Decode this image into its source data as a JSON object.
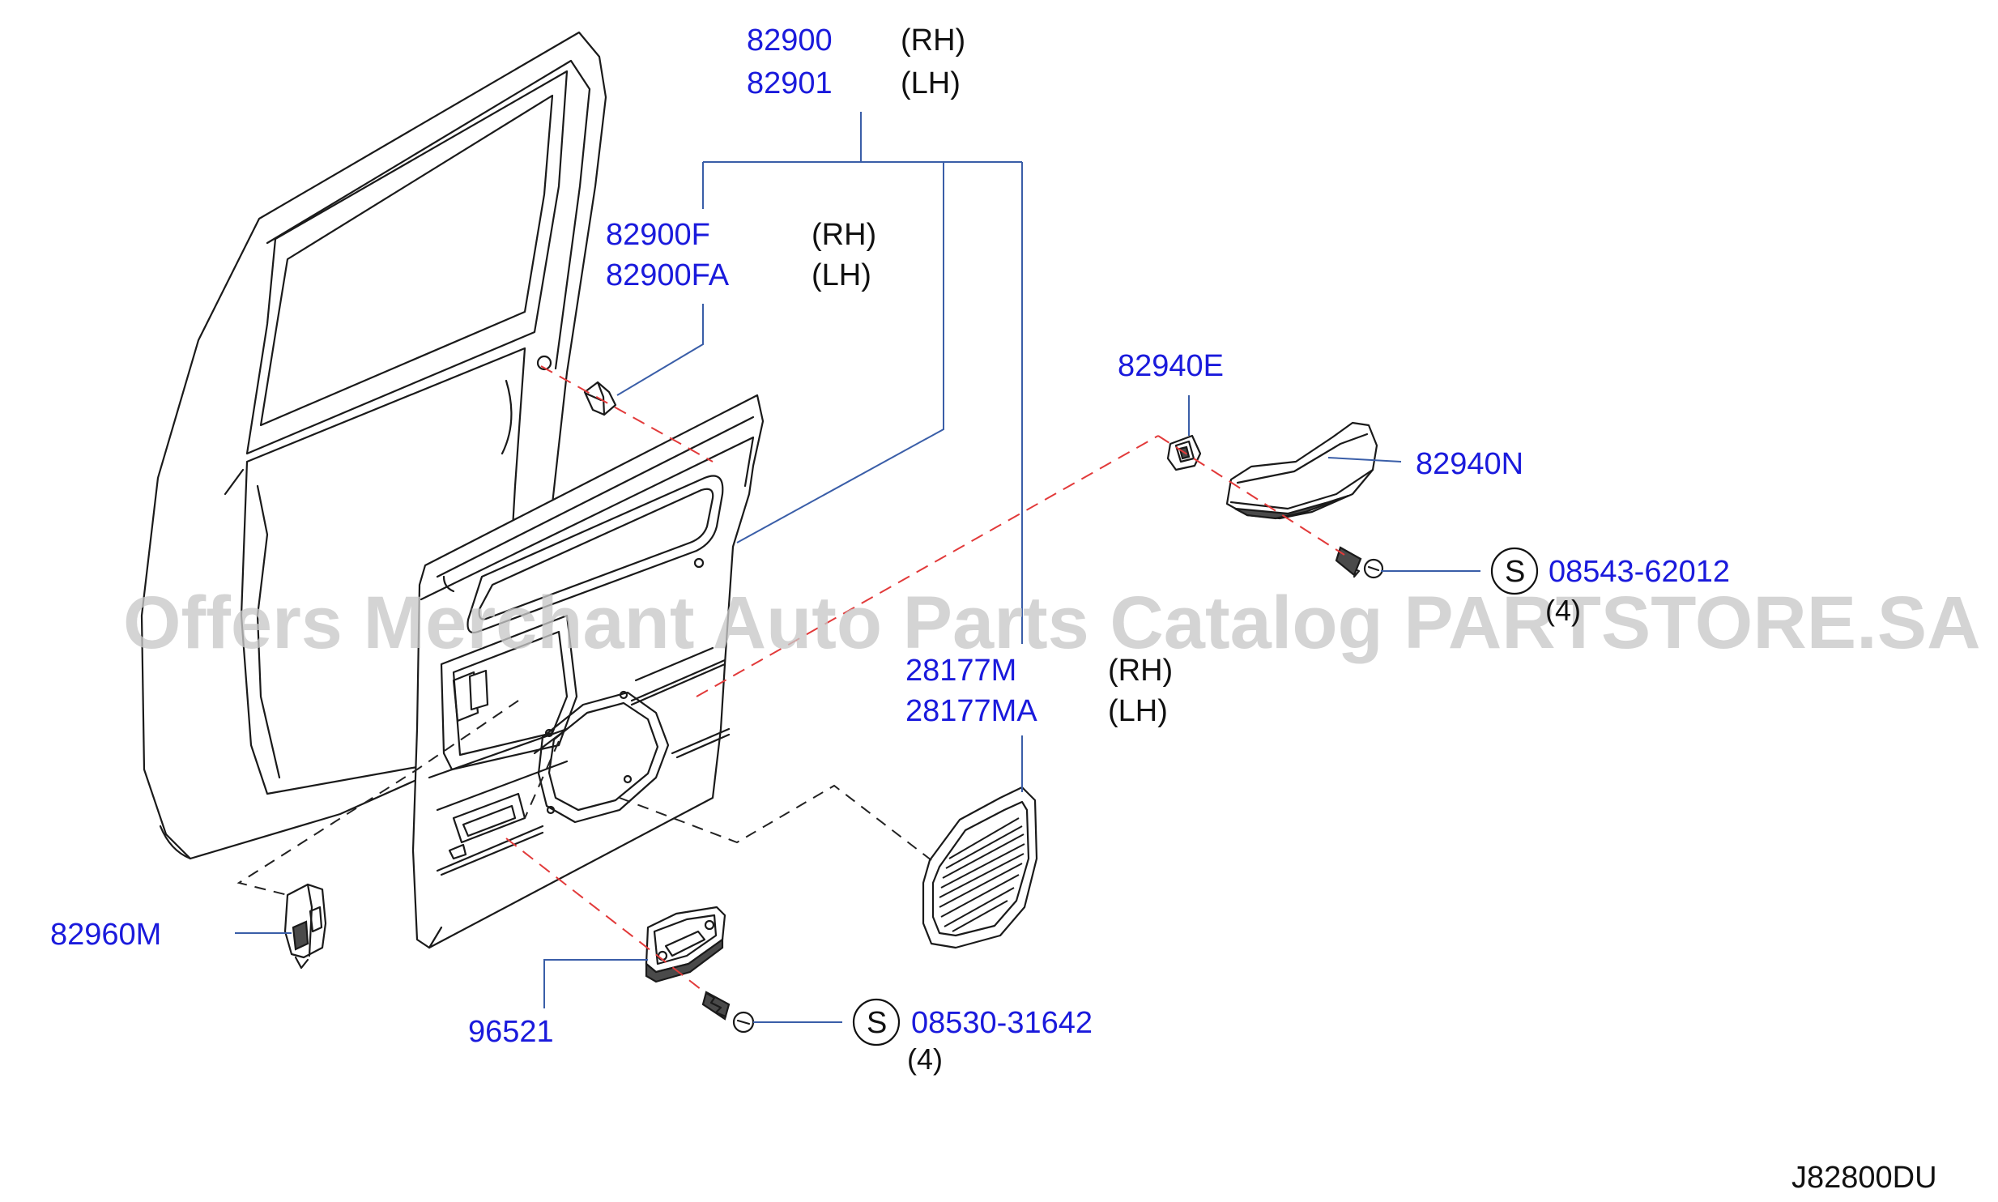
{
  "diagram": {
    "code": "J82800DU",
    "watermark": "Offers Merchant Auto Parts Catalog PARTSTORE.SA",
    "colors": {
      "part_number": "#1a1adc",
      "leader_line": "#3a5ea8",
      "red_dash": "#e23a3a",
      "line_art": "#1a1a1a"
    },
    "labels": [
      {
        "id": "82900",
        "part": "82900",
        "side": "(RH)"
      },
      {
        "id": "82901",
        "part": "82901",
        "side": "(LH)"
      },
      {
        "id": "82900F",
        "part": "82900F",
        "side": "(RH)"
      },
      {
        "id": "82900FA",
        "part": "82900FA",
        "side": "(LH)"
      },
      {
        "id": "82940E",
        "part": "82940E"
      },
      {
        "id": "82940N",
        "part": "82940N"
      },
      {
        "id": "08543-62012",
        "symbol": "S",
        "part": "08543-62012",
        "qty": "(4)"
      },
      {
        "id": "28177M",
        "part": "28177M",
        "side": "(RH)"
      },
      {
        "id": "28177MA",
        "part": "28177MA",
        "side": "(LH)"
      },
      {
        "id": "82960M",
        "part": "82960M"
      },
      {
        "id": "96521",
        "part": "96521"
      },
      {
        "id": "08530-31642",
        "symbol": "S",
        "part": "08530-31642",
        "qty": "(4)"
      }
    ]
  }
}
